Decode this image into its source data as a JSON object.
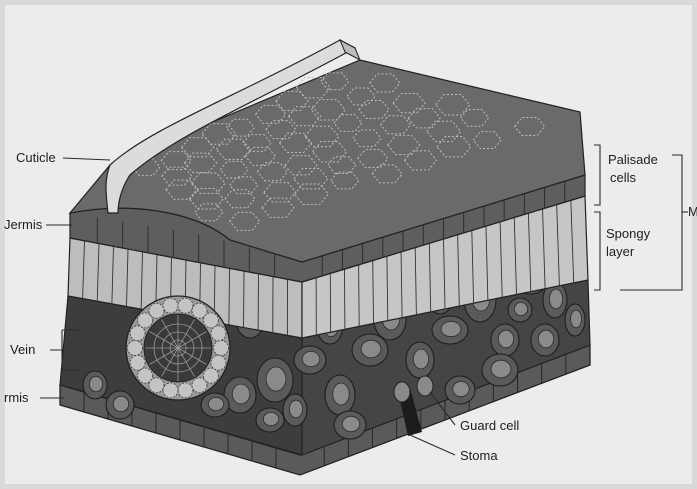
{
  "labels": {
    "cuticle": "Cuticle",
    "upper_epidermis": "Jermis",
    "palisade_line1": "Palisade",
    "palisade_line2": "cells",
    "spongy_line1": "Spongy",
    "spongy_line2": "layer",
    "mesophyll": "M",
    "vein": "Vein",
    "lower_epidermis": "rmis",
    "guard_cell": "Guard cell",
    "stoma": "Stoma"
  },
  "colors": {
    "page_background": "#d9d9d9",
    "frame": "#ececec",
    "epidermis_top": "#5e5e5e",
    "palisade": "#bdbdbd",
    "spongy_dark": "#3c3c3c",
    "cuticle": "#dcdcdc"
  }
}
